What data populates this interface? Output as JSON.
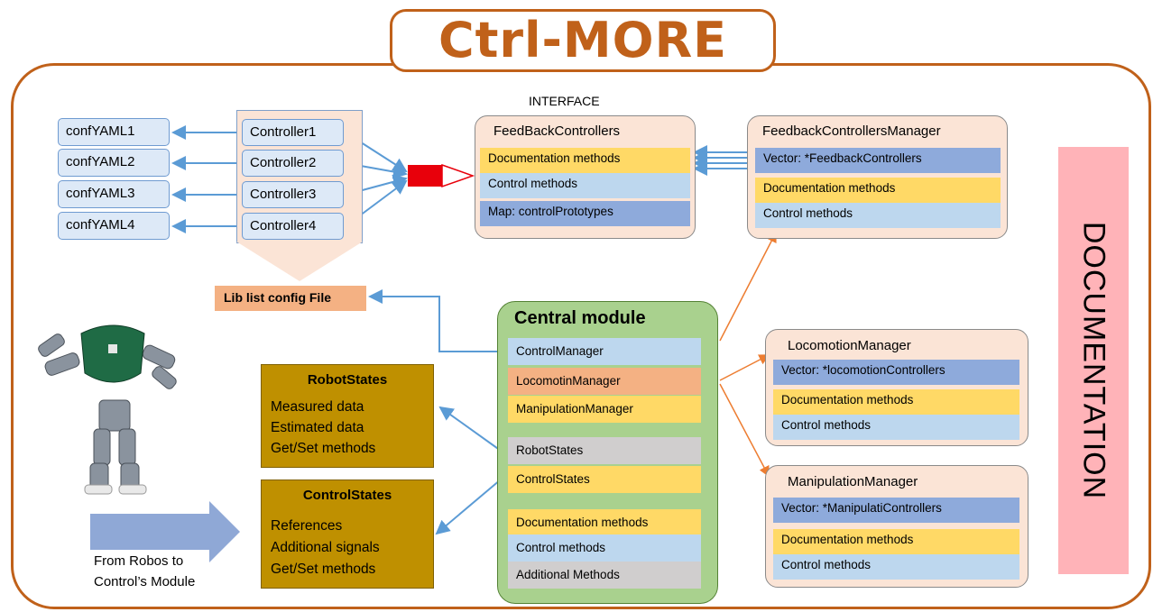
{
  "title": "Ctrl-MORE",
  "interface_label": "INTERFACE",
  "config_files": [
    "confYAML1",
    "confYAML2",
    "confYAML3",
    "confYAML4"
  ],
  "controllers": [
    "Controller1",
    "Controller2",
    "Controller3",
    "Controller4"
  ],
  "lib_list": "Lib list config File",
  "feedback_controllers": {
    "title": "FeedBackControllers",
    "rows": [
      "Documentation methods",
      "Control methods",
      "Map: controlPrototypes"
    ]
  },
  "feedback_manager": {
    "title": "FeedbackControllersManager",
    "rows": [
      "Vector: *FeedbackControllers",
      "Documentation methods",
      "Control methods"
    ]
  },
  "locomotion_manager": {
    "title": "LocomotionManager",
    "rows": [
      "Vector: *locomotionControllers",
      "Documentation methods",
      "Control methods"
    ]
  },
  "manipulation_manager": {
    "title": "ManipulationManager",
    "rows": [
      "Vector: *ManipulatiControllers",
      "Documentation methods",
      "Control methods"
    ]
  },
  "central_module": {
    "title": "Central module",
    "rows": [
      "ControlManager",
      "LocomotinManager",
      "ManipulationManager",
      "RobotStates",
      "ControlStates",
      "Documentation methods",
      "Control methods",
      "Additional Methods"
    ]
  },
  "robot_states": {
    "title": "RobotStates",
    "items": [
      "Measured data",
      "Estimated data",
      "Get/Set methods"
    ]
  },
  "control_states": {
    "title": "ControlStates",
    "items": [
      "References",
      "Additional signals",
      "Get/Set methods"
    ]
  },
  "documentation_label": "DOCUMENTATION",
  "caption_line1": "From Robos to",
  "caption_line2": "Control’s Module",
  "colors": {
    "frame": "#c0611a",
    "yellow": "#ffd966",
    "light_blue": "#bdd7ee",
    "dark_blue": "#8eaadb",
    "gray": "#d0cece",
    "orange": "#f4b183",
    "green": "#a9d18e",
    "gold": "#bf9000",
    "pink": "#ffb3b8"
  }
}
